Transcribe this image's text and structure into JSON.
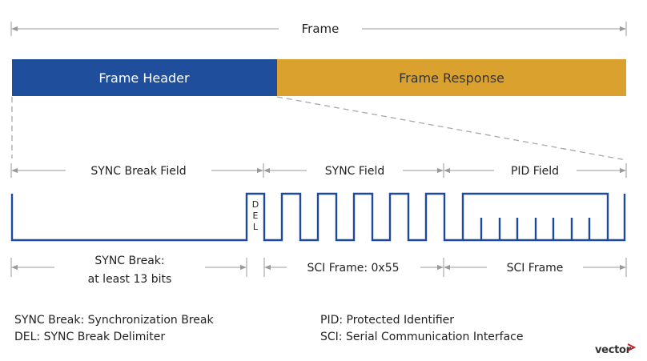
{
  "frame": {
    "label": "Frame"
  },
  "header": {
    "label": "Frame Header",
    "color": "#1f4e9c"
  },
  "response": {
    "label": "Frame Response",
    "color": "#dba12e"
  },
  "fields": {
    "sync_break": "SYNC Break Field",
    "sync": "SYNC Field",
    "pid": "PID Field"
  },
  "del": {
    "letters": [
      "D",
      "E",
      "L"
    ]
  },
  "bottom": {
    "sync_break_line1": "SYNC Break:",
    "sync_break_line2": "at least 13 bits",
    "sci_frame_55": "SCI Frame: 0x55",
    "sci_frame": "SCI Frame"
  },
  "legend": {
    "sync_break": "SYNC Break: Synchronization Break",
    "del": "DEL: SYNC Break Delimiter",
    "pid": "PID: Protected Identifier",
    "sci": "SCI: Serial Communication Interface"
  },
  "logo": {
    "text": "vector"
  },
  "colors": {
    "signal": "#1e4a9e",
    "dimension": "#9a9a9a"
  }
}
